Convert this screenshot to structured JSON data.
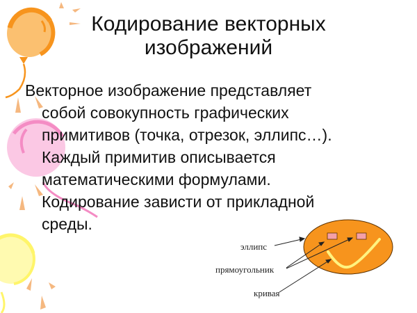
{
  "slide": {
    "title_line1": "Кодирование векторных",
    "title_line2": "изображений",
    "paragraph_first": "Векторное изображение представляет",
    "paragraph_lines": [
      "собой совокупность графических",
      "примитивов (точка, отрезок, эллипс…).",
      "Каждый примитив описывается",
      "математическими формулами.",
      "Кодирование зависти от прикладной",
      "среды."
    ]
  },
  "diagram": {
    "labels": {
      "ellipse": "эллипс",
      "rectangle": "прямоугольник",
      "curve": "кривая"
    },
    "colors": {
      "face": "#f7941d",
      "eyes": "#f4a0a8",
      "smile": "#fff380",
      "outline": "#5a3000"
    }
  },
  "decorations": {
    "balloon_orange": "#f7a030",
    "balloon_pink": "#f48cc4",
    "balloon_yellow": "#fff56a",
    "rays": "#f5b880"
  }
}
